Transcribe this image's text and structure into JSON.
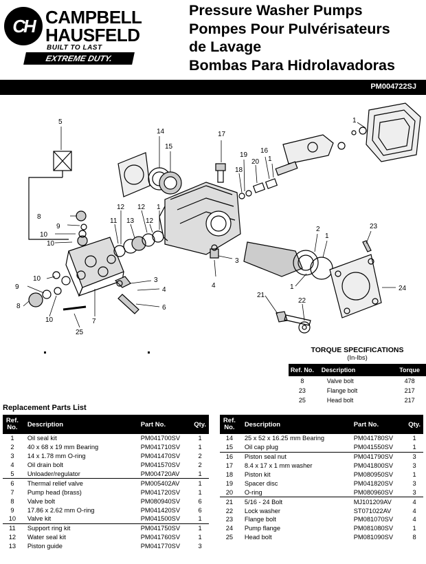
{
  "brand": {
    "badge": "CH",
    "name_line1": "CAMPBELL",
    "name_line2": "HAUSFELD",
    "tagline": "BUILT TO LAST",
    "badge_extreme": "EXTREME DUTY."
  },
  "titles": [
    "Pressure Washer Pumps",
    "Pompes Pour Pulvérisateurs",
    "de Lavage",
    "Bombas Para Hidrolavadoras"
  ],
  "document_code": "PM004722SJ",
  "diagram_callouts": [
    "1",
    "14",
    "15",
    "17",
    "19",
    "16",
    "18",
    "20",
    "1",
    "5",
    "8",
    "9",
    "10",
    "10",
    "12",
    "12",
    "11",
    "13",
    "12",
    "1",
    "2",
    "1",
    "23",
    "3",
    "4",
    "10",
    "9",
    "8",
    "10",
    "7",
    "3",
    "4",
    "6",
    "25",
    "21",
    "22",
    "24",
    "1"
  ],
  "torque": {
    "title": "TORQUE SPECIFICATIONS",
    "subtitle": "(In-lbs)",
    "headers": [
      "Ref. No.",
      "Description",
      "Torque"
    ],
    "rows": [
      [
        "8",
        "Valve bolt",
        "478"
      ],
      [
        "23",
        "Flange bolt",
        "217"
      ],
      [
        "25",
        "Head bolt",
        "217"
      ]
    ]
  },
  "parts_list": {
    "title": "Replacement Parts List",
    "headers": {
      "ref": "Ref. No.",
      "desc": "Description",
      "part": "Part No.",
      "qty": "Qty."
    },
    "left": [
      [
        "1",
        "Oil seal kit",
        "PM041700SV",
        "1"
      ],
      [
        "2",
        "40 x 68 x 19 mm Bearing",
        "PM041710SV",
        "1"
      ],
      [
        "3",
        "14 x 1.78 mm O-ring",
        "PM041470SV",
        "2"
      ],
      [
        "4",
        "Oil drain bolt",
        "PM041570SV",
        "2"
      ],
      [
        "5",
        "Unloader/regulator",
        "PM004720AV",
        "1"
      ],
      [
        "6",
        "Thermal relief valve",
        "PM005402AV",
        "1"
      ],
      [
        "7",
        "Pump head (brass)",
        "PM041720SV",
        "1"
      ],
      [
        "8",
        "Valve bolt",
        "PM080940SV",
        "6"
      ],
      [
        "9",
        "17.86 x 2.62 mm O-ring",
        "PM041420SV",
        "6"
      ],
      [
        "10",
        "Valve kit",
        "PM041500SV",
        "1"
      ],
      [
        "11",
        "Support ring kit",
        "PM041750SV",
        "1"
      ],
      [
        "12",
        "Water seal kit",
        "PM041760SV",
        "1"
      ],
      [
        "13",
        "Piston guide",
        "PM041770SV",
        "3"
      ]
    ],
    "right": [
      [
        "14",
        "25 x 52 x 16.25 mm Bearing",
        "PM041780SV",
        "1"
      ],
      [
        "15",
        "Oil cap plug",
        "PM041550SV",
        "1"
      ],
      [
        "16",
        "Piston seal nut",
        "PM041790SV",
        "3"
      ],
      [
        "17",
        "8.4 x 17 x 1 mm washer",
        "PM041800SV",
        "3"
      ],
      [
        "18",
        "Piston kit",
        "PM080950SV",
        "1"
      ],
      [
        "19",
        "Spacer disc",
        "PM041820SV",
        "3"
      ],
      [
        "20",
        "O-ring",
        "PM080960SV",
        "3"
      ],
      [
        "21",
        "5/16 - 24 Bolt",
        "MJ101209AV",
        "4"
      ],
      [
        "22",
        "Lock washer",
        "ST071022AV",
        "4"
      ],
      [
        "23",
        "Flange bolt",
        "PM081070SV",
        "4"
      ],
      [
        "24",
        "Pump flange",
        "PM081080SV",
        "1"
      ],
      [
        "25",
        "Head bolt",
        "PM081090SV",
        "8"
      ]
    ]
  }
}
